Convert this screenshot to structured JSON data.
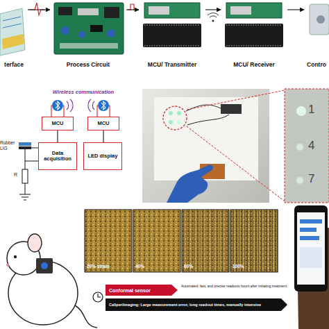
{
  "diagram": {
    "nodes": [
      {
        "text": [
          "terface"
        ]
      },
      {
        "text": [
          "Process Circuit"
        ]
      },
      {
        "text": [
          "MCU/ Transmitter"
        ]
      },
      {
        "text": [
          "MCU/ Receiver"
        ]
      },
      {
        "text": [
          "Contro"
        ]
      },
      {
        "text": [
          "MCU"
        ]
      },
      {
        "text": [
          "MCU"
        ]
      },
      {
        "text": [
          "Data acquisition"
        ]
      },
      {
        "text": [
          "LED display"
        ]
      },
      {
        "text": [
          "Conformal sensor"
        ]
      },
      {
        "text": [
          "Caliper/imaging: Large measurement error, long readout times, manually intensive"
        ]
      }
    ],
    "edges": [
      {
        "from": 0,
        "to": 1,
        "arrow": "to"
      },
      {
        "from": 1,
        "to": 2,
        "arrow": "to"
      },
      {
        "from": 2,
        "to": 3,
        "arrow": "to"
      },
      {
        "from": 3,
        "to": 4,
        "arrow": "to"
      },
      {
        "from": 5,
        "to": 7,
        "arrow": "none"
      },
      {
        "from": 6,
        "to": 8,
        "arrow": "none"
      }
    ],
    "labels": [
      "Rubber",
      "LIG",
      "R",
      "Wireless communication",
      "1",
      "4",
      "7",
      "20% strain",
      "40%",
      "60%",
      "100%",
      "Automated, fast, and precise readouts hours after initiating treatment."
    ]
  }
}
